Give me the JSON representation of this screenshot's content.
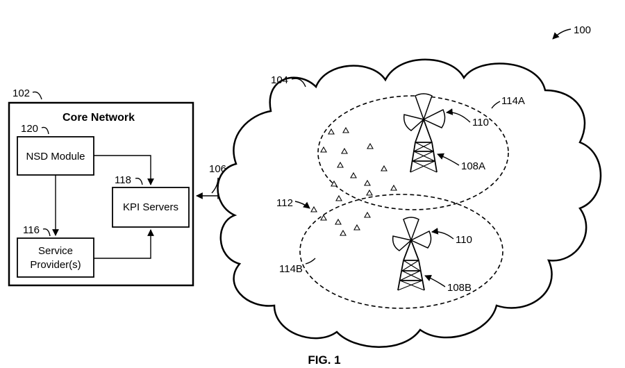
{
  "diagram": {
    "figure_caption": "FIG. 1",
    "ref_100": "100",
    "core_network": {
      "ref": "102",
      "title": "Core Network"
    },
    "nsd_module": {
      "ref": "120",
      "label": "NSD Module"
    },
    "kpi_servers": {
      "ref": "118",
      "label": "KPI Servers"
    },
    "service_provider": {
      "ref": "116",
      "label_line1": "Service",
      "label_line2": "Provider(s)"
    },
    "link_ref": "106",
    "cloud_ref": "104",
    "cell_a": {
      "ref": "114A",
      "antenna_ref": "110",
      "tower_ref": "108A"
    },
    "cell_b": {
      "ref": "114B",
      "antenna_ref": "110",
      "tower_ref": "108B"
    },
    "ue_ref": "112"
  }
}
